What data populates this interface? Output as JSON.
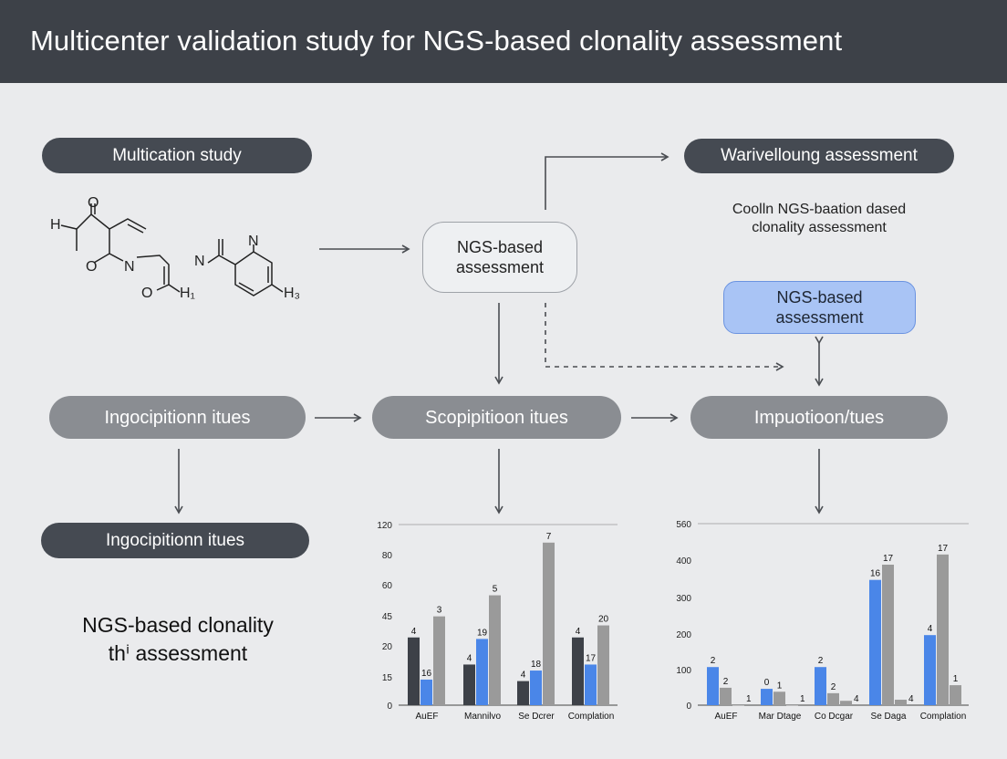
{
  "header": {
    "title": "Multicenter validation study for NGS-based clonality assessment"
  },
  "nodes": {
    "study": "Multication study",
    "variability": "Warivelloung assessment",
    "variability_note_1": "Coolln NGS-baation dased",
    "variability_note_2": "clonality assessment",
    "ngs_center_1": "NGS-based",
    "ngs_center_2": "assessment",
    "ngs_right_1": "NGS-based",
    "ngs_right_2": "assessment",
    "ingocip": "Ingocipitionn itues",
    "scopip": "Scopipitioon itues",
    "imput": "Impuotioon/tues",
    "ingocip_out": "Ingocipitionn itues",
    "summary_1": "NGS-based clonality",
    "summary_2": "thⁱ assessment"
  },
  "molecule": {
    "labels": [
      "H",
      "O",
      "O",
      "N",
      "O",
      "H₁",
      "N",
      "N",
      "H₃"
    ]
  },
  "colors": {
    "dark": "#3d4148",
    "blue": "#4a86e8",
    "grey": "#9a9a9a"
  },
  "chart_data": [
    {
      "type": "bar",
      "categories": [
        "AuEF",
        "Mannilvo",
        "Se Dcrer",
        "Complation"
      ],
      "yticks": [
        "0",
        "15",
        "20",
        "45",
        "60",
        "80",
        "120"
      ],
      "series": [
        {
          "values": [
            4,
            4,
            4,
            4
          ],
          "color": "dark"
        },
        {
          "values": [
            16,
            19,
            18,
            17
          ],
          "color": "blue"
        },
        {
          "values": [
            3,
            5,
            7,
            20
          ],
          "color": "grey"
        }
      ],
      "bar_heights_value": [
        [
          45,
          17,
          59
        ],
        [
          27,
          44,
          73
        ],
        [
          16,
          23,
          108
        ],
        [
          45,
          27,
          53
        ]
      ],
      "bar_labels": [
        [
          "4",
          "16",
          "3"
        ],
        [
          "4",
          "19",
          "5"
        ],
        [
          "4",
          "18",
          "7"
        ],
        [
          "4",
          "17",
          "20"
        ]
      ]
    },
    {
      "type": "bar",
      "categories": [
        "AuEF",
        "Mar Dtage",
        "Co Dcgar",
        "Se Daga",
        "Complation"
      ],
      "yticks": [
        "0",
        "100",
        "200",
        "300",
        "400",
        "560"
      ],
      "series": [
        {
          "values": [
            105,
            45,
            105,
            345,
            193
          ],
          "color": "blue"
        },
        {
          "values": [
            48,
            37,
            33,
            387,
            415
          ],
          "color": "grey"
        },
        {
          "values": [
            0,
            0,
            12,
            15,
            55
          ],
          "color": "grey"
        }
      ],
      "bar_labels": [
        [
          "2",
          "2",
          "1"
        ],
        [
          "0",
          "1",
          "1"
        ],
        [
          "2",
          "2",
          "4"
        ],
        [
          "16",
          "17",
          "4"
        ],
        [
          "4",
          "17",
          "1"
        ]
      ]
    }
  ]
}
